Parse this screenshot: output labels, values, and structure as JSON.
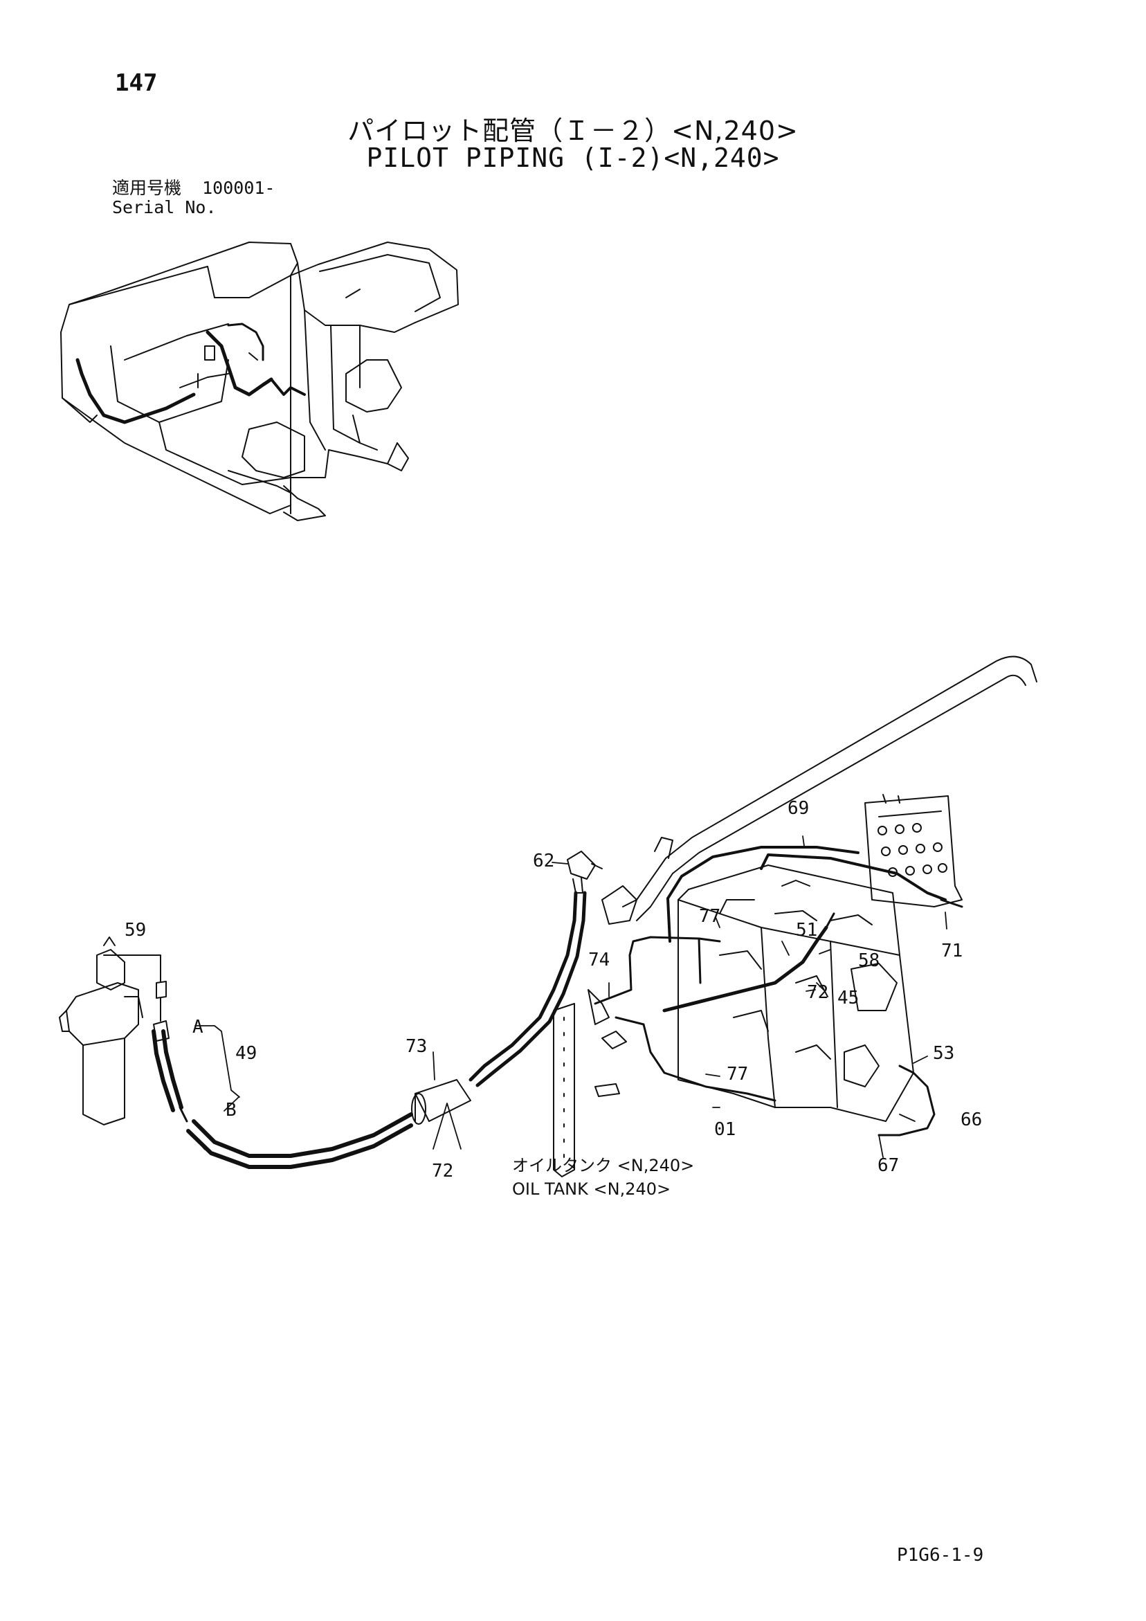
{
  "page_number": "147",
  "title_jp": "パイロット配管（Ｉ－２）<N,240>",
  "title_en": "PILOT PIPING (I-2)<N,240>",
  "serial_label_jp": "適用号機",
  "serial_label_en": "Serial No.",
  "serial_value": "100001-",
  "callouts": [
    "59",
    "49",
    "A",
    "B",
    "62",
    "73",
    "72",
    "74",
    "77",
    "51",
    "58",
    "45",
    "69",
    "71",
    "53",
    "66",
    "67",
    "01",
    "72",
    "77"
  ],
  "oil_tank_jp": "オイルタンク <N,240>",
  "oil_tank_en": "OIL TANK <N,240>",
  "drawing_code": "P1G6-1-9"
}
